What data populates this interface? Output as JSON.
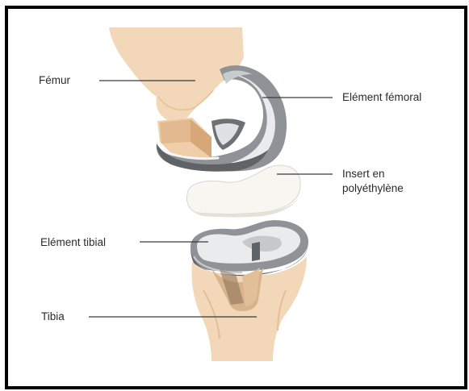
{
  "labels": {
    "femur": "Fémur",
    "femoral_component": "Elément fémoral",
    "insert_line1": "Insert en",
    "insert_line2": "polyéthylène",
    "tibial_component": "Elément tibial",
    "tibia": "Tibia"
  },
  "colors": {
    "bone": "#f2d8b8",
    "bone_shadow": "#e3bf98",
    "metal": "#8f9397",
    "metal_dark": "#5f6366",
    "metal_light": "#e9ebec",
    "insert": "#f7f6f1",
    "leader": "#3a3a3a",
    "frame": "#000000"
  }
}
